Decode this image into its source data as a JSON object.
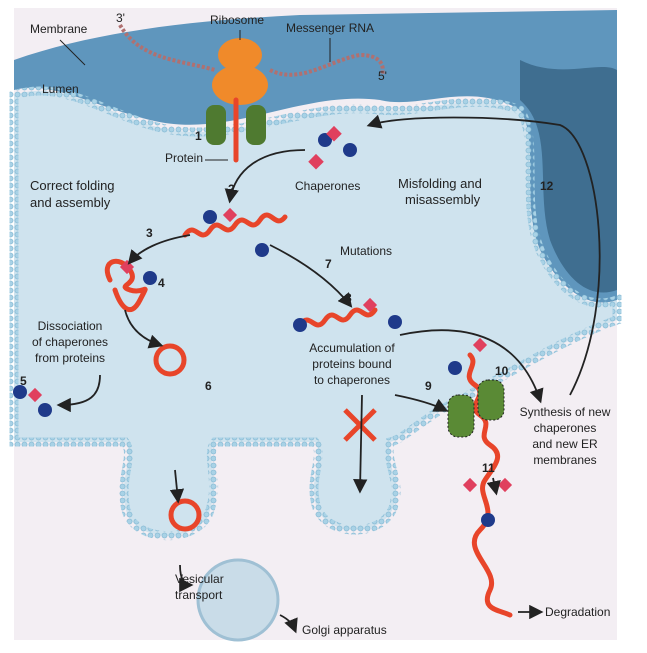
{
  "colors": {
    "cytosol": "#f3eef3",
    "lumen": "#cfe3ee",
    "membrane": "#9fc8de",
    "membrane_dark": "#4f86ab",
    "protein": "#e8452a",
    "chaperone_ball": "#1f3a8a",
    "chaperone_diamond": "#e0405e",
    "translocon": "#4f7a30",
    "ribosome": "#f08a2a"
  },
  "labels": {
    "three_prime": "3'",
    "five_prime": "5'",
    "ribosome": "Ribosome",
    "messenger_rna": "Messenger RNA",
    "membrane": "Membrane",
    "lumen": "Lumen",
    "protein": "Protein",
    "chaperones": "Chaperones",
    "correct_folding": [
      "Correct folding",
      "and assembly"
    ],
    "misfolding": [
      "Misfolding and",
      "misassembly"
    ],
    "mutations": "Mutations",
    "dissociation": [
      "Dissociation",
      "of chaperones",
      "from proteins"
    ],
    "accumulation": [
      "Accumulation of",
      "proteins bound",
      "to chaperones"
    ],
    "synthesis": [
      "Synthesis of new",
      "chaperones",
      "and new ER",
      "membranes"
    ],
    "vesicular_transport": [
      "Vesicular",
      "transport"
    ],
    "golgi": "Golgi apparatus",
    "degradation": "Degradation"
  },
  "steps": [
    "1",
    "2",
    "3",
    "4",
    "5",
    "6",
    "7",
    "8",
    "9",
    "10",
    "11",
    "12"
  ]
}
